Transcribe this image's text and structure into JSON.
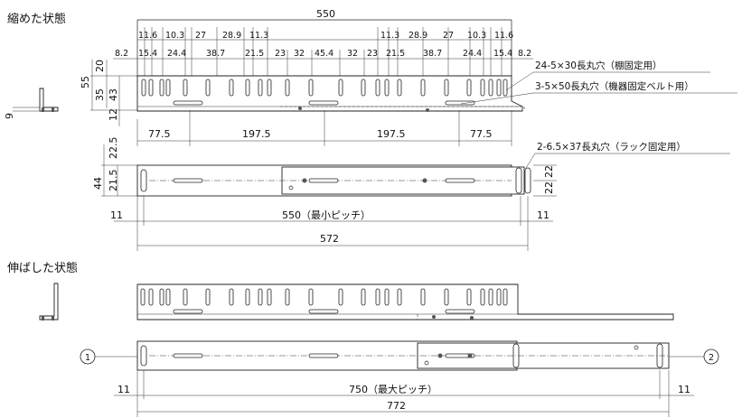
{
  "titles": {
    "contracted": "縮めた状態",
    "extended": "伸ばした状態"
  },
  "top_dims": {
    "overall": "550",
    "segments_top": [
      "11.6",
      "10.3",
      "27",
      "28.9",
      "11.3",
      "11.3",
      "28.9",
      "27",
      "10.3",
      "11.6"
    ],
    "segments_bottom": [
      "8.2",
      "15.4",
      "24.4",
      "38.7",
      "21.5",
      "23",
      "32",
      "45.4",
      "32",
      "23",
      "21.5",
      "38.7",
      "24.4",
      "15.4",
      "8.2"
    ]
  },
  "side_dims": {
    "side_view_9": "9",
    "h55": "55",
    "h20": "20",
    "h35": "35",
    "h43": "43",
    "h12": "12",
    "h22_5": "22.5",
    "h44": "44",
    "h21_5": "21.5",
    "h22a": "22",
    "h22b": "22"
  },
  "mid_dims": [
    "77.5",
    "197.5",
    "197.5",
    "77.5"
  ],
  "callouts": {
    "shelf_slot": "24-5×30長丸穴（棚固定用）",
    "belt_slot": "3-5×50長丸穴（機器固定ベルト用）",
    "rack_slot": "2-6.5×37長丸穴（ラック固定用）"
  },
  "pitch_contracted": {
    "left_offset": "11",
    "right_offset": "11",
    "min_pitch": "550（最小ピッチ）",
    "overall": "572"
  },
  "pitch_extended": {
    "left_offset": "11",
    "right_offset": "11",
    "max_pitch": "750（最大ピッチ）",
    "overall": "772"
  },
  "markers": {
    "left": "1",
    "right": "2"
  }
}
